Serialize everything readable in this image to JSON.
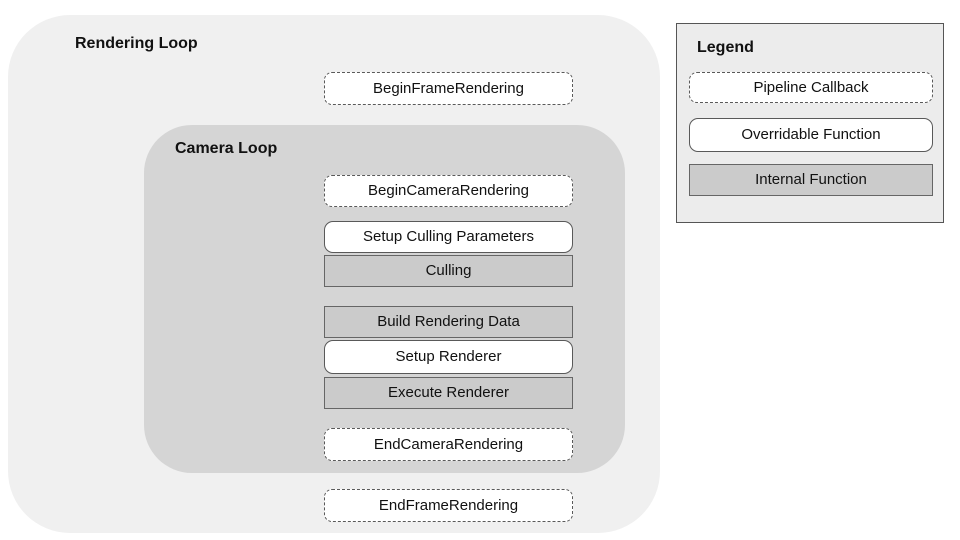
{
  "diagram": {
    "rendering_loop_label": "Rendering Loop",
    "camera_loop_label": "Camera Loop",
    "flow": [
      {
        "id": "begin-frame-rendering",
        "label": "BeginFrameRendering",
        "type": "pipeline-callback"
      },
      {
        "id": "begin-camera-rendering",
        "label": "BeginCameraRendering",
        "type": "pipeline-callback"
      },
      {
        "id": "setup-culling-parameters",
        "label": "Setup Culling Parameters",
        "type": "overridable-function"
      },
      {
        "id": "culling",
        "label": "Culling",
        "type": "internal-function"
      },
      {
        "id": "build-rendering-data",
        "label": "Build Rendering Data",
        "type": "internal-function"
      },
      {
        "id": "setup-renderer",
        "label": "Setup Renderer",
        "type": "overridable-function"
      },
      {
        "id": "execute-renderer",
        "label": "Execute Renderer",
        "type": "internal-function"
      },
      {
        "id": "end-camera-rendering",
        "label": "EndCameraRendering",
        "type": "pipeline-callback"
      },
      {
        "id": "end-frame-rendering",
        "label": "EndFrameRendering",
        "type": "pipeline-callback"
      }
    ],
    "legend": {
      "title": "Legend",
      "items": [
        {
          "label": "Pipeline Callback",
          "type": "pipeline-callback"
        },
        {
          "label": "Overridable Function",
          "type": "overridable-function"
        },
        {
          "label": "Internal Function",
          "type": "internal-function"
        }
      ]
    },
    "colors": {
      "outer_loop_bg": "#f0f0f0",
      "camera_loop_bg": "#d5d5d5",
      "internal_function_fill": "#cbcbcb",
      "legend_bg": "#ececec",
      "box_border": "#595959",
      "callback_fill": "#ffffff",
      "text": "#111111"
    }
  }
}
